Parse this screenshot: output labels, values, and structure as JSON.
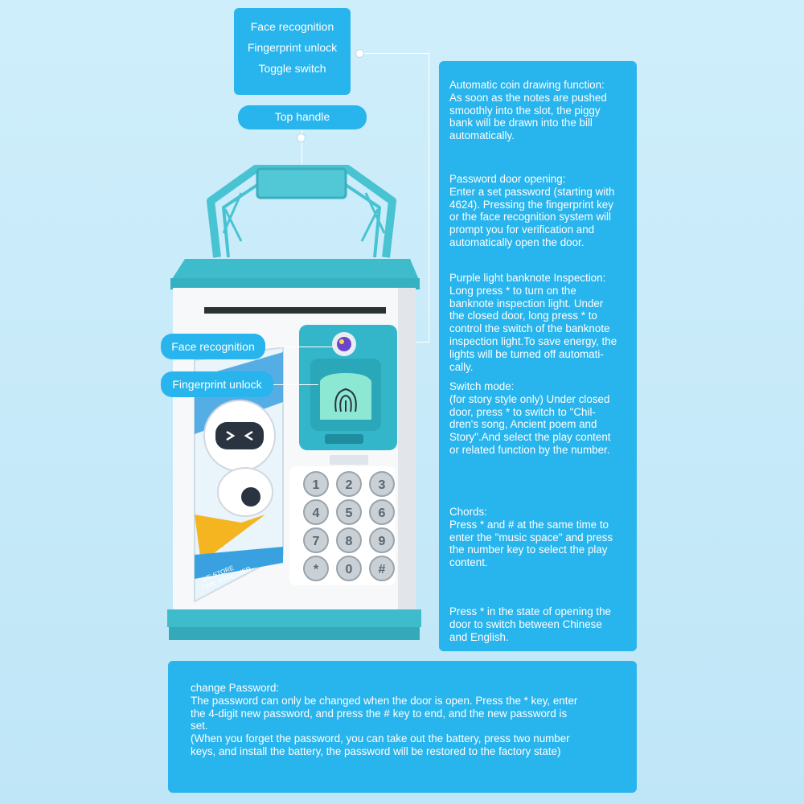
{
  "callouts": {
    "top_box": [
      "Face recognition",
      "Fingerprint unlock",
      "Toggle switch"
    ],
    "top_handle": "Top handle",
    "face_recognition": "Face recognition",
    "fingerprint_unlock": "Fingerprint unlock"
  },
  "features": [
    {
      "text": "Automatic coin drawing function:\nAs soon as the notes are pushed\nsmoothly into the slot, the piggy\nbank will be drawn into the bill\nautomatically."
    },
    {
      "text": "Password door opening:\nEnter a set password (starting with\n4624). Pressing the fingerprint key\nor the face recognition system will\nprompt you for verification and\nautomatically open the door."
    },
    {
      "text": "Purple light banknote Inspection:\nLong press * to turn on the\nbanknote inspection light. Under\nthe closed door, long press * to\ncontrol the switch of the banknote\ninspection light.To save energy, the\nlights will be turned off automati-\ncally."
    },
    {
      "text": "Switch mode:\n(for story style only) Under closed\ndoor, press * to switch to \"Chil-\ndren's song, Ancient poem and\nStory\".And select the play content\nor related function by the number."
    },
    {
      "text": "Chords:\nPress * and # at the same time to\nenter the \"music space\" and press\nthe number key to select the play\ncontent."
    },
    {
      "text": "Press * in the state of opening the\ndoor to switch between Chinese\nand English."
    }
  ],
  "password_note": {
    "text": "change Password:\nThe password can only be changed when the door is open. Press the * key, enter\nthe 4-digit new password, and press the # key to end, and the new password is\nset.\n(When you forget the password, you can take out the battery, press two number\nkeys, and install the battery, the password will be restored to the factory state)"
  },
  "product": {
    "keypad_keys": [
      "1",
      "2",
      "3",
      "4",
      "5",
      "6",
      "7",
      "8",
      "9",
      "*",
      "0",
      "#"
    ],
    "door_text": "WE STORE\nTIME TOGETHER",
    "colors": {
      "body": "#ffffff",
      "accent": "#33b6c9",
      "callout": "#28b4ec",
      "fingerprint": "#7fe3c8"
    }
  }
}
